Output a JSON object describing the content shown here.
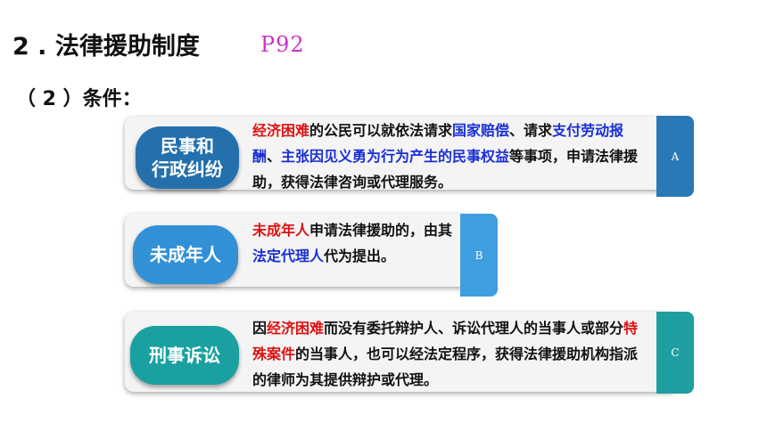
{
  "header": {
    "title": "2 . 法律援助制度",
    "page_ref": "P92"
  },
  "section": {
    "subtitle": "（ 2 ）条件："
  },
  "cards": [
    {
      "category": "民事和行政纠纷",
      "category_line1": "民事和",
      "category_line2": "行政纠纷",
      "tab": "A",
      "segments": [
        {
          "text": "经济困难",
          "style": "red"
        },
        {
          "text": "的公民可以就依法请求",
          "style": "plain"
        },
        {
          "text": "国家赔偿",
          "style": "blue"
        },
        {
          "text": "、请求",
          "style": "plain"
        },
        {
          "text": "支付劳动报酬",
          "style": "blue"
        },
        {
          "text": "、",
          "style": "plain"
        },
        {
          "text": "主张因见义勇为行为产生的民事权益",
          "style": "blue"
        },
        {
          "text": "等事项，申请法律援助，获得法律咨询或代理服务。",
          "style": "plain"
        }
      ]
    },
    {
      "category": "未成年人",
      "tab": "B",
      "segments": [
        {
          "text": "未成年人",
          "style": "red"
        },
        {
          "text": "申请法律援助的，由其",
          "style": "plain"
        },
        {
          "text": "法定代理人",
          "style": "blue"
        },
        {
          "text": "代为提出。",
          "style": "plain"
        }
      ]
    },
    {
      "category": "刑事诉讼",
      "tab": "C",
      "segments": [
        {
          "text": "因",
          "style": "plain"
        },
        {
          "text": "经济困难",
          "style": "red"
        },
        {
          "text": "而没有委托辩护人、诉讼代理人的当事人或部分",
          "style": "plain"
        },
        {
          "text": "特殊案件",
          "style": "red"
        },
        {
          "text": "的当事人，也可以经法定程序，获得法律援助机构指派的律师为其提供辩护或代理。",
          "style": "plain"
        }
      ]
    }
  ],
  "colors": {
    "pill1": "#2470ac",
    "pill2": "#3291d6",
    "pill3": "#1aa0a0",
    "tab1": "#2a78b5",
    "tab2": "#3d9ee0",
    "tab3": "#1e9ea0",
    "red": "#e01010",
    "blue": "#1a2fd6",
    "page_ref": "#cc33cc"
  }
}
